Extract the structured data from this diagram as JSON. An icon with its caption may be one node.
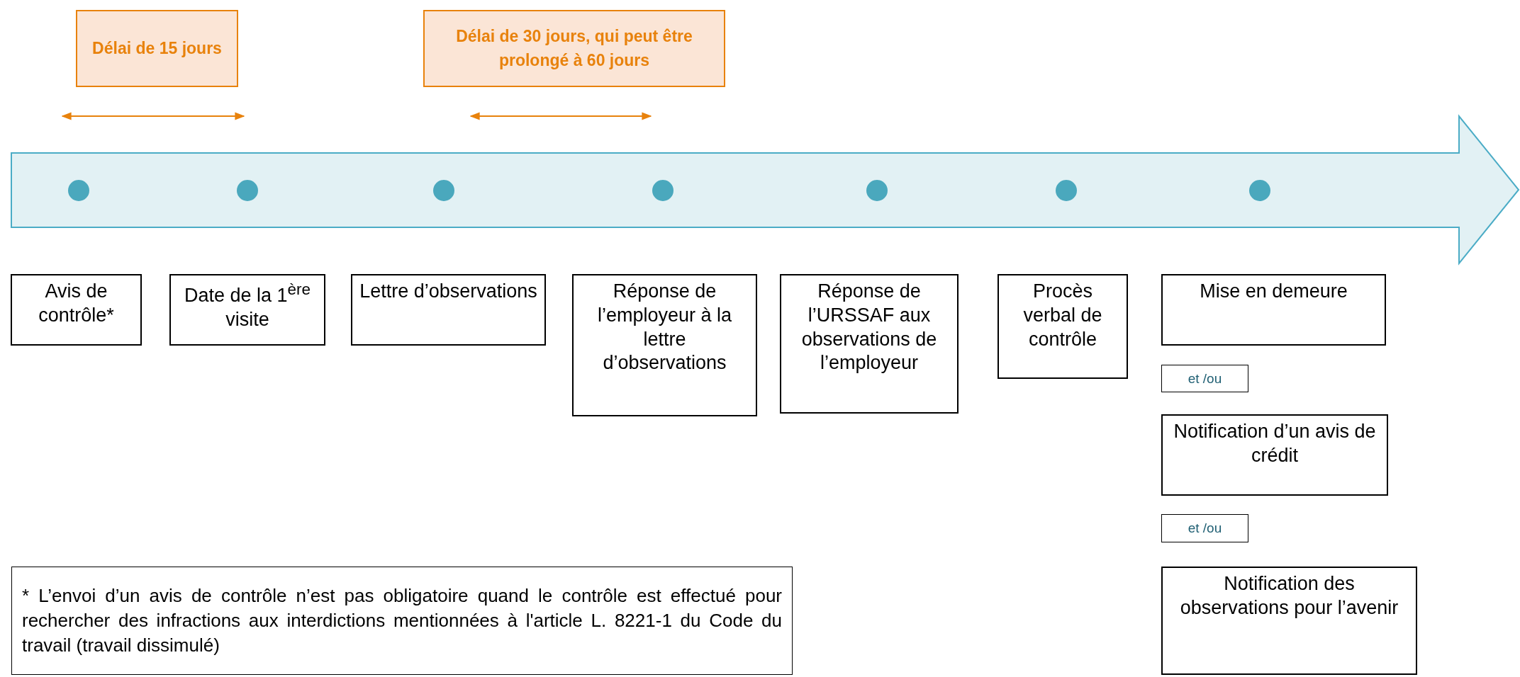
{
  "diagram": {
    "nodes": [
      {
        "text": [
          "Avis de contrôle*"
        ]
      },
      {
        "text": [
          "Date de la 1$^{ère}$ visite"
        ]
      },
      {
        "text": [
          "Lettre d’observations"
        ]
      },
      {
        "text": [
          "Réponse de l’employeur à la lettre d’observations"
        ]
      },
      {
        "text": [
          "Réponse de l’URSSAF aux observations de l’employeur"
        ]
      },
      {
        "text": [
          "Procès verbal de contrôle"
        ]
      },
      {
        "text": [
          "Mise en demeure"
        ]
      },
      {
        "text": [
          "et /ou"
        ]
      },
      {
        "text": [
          "Notification d’un avis de crédit"
        ]
      },
      {
        "text": [
          "et /ou"
        ]
      },
      {
        "text": [
          "Notification des observations pour l’avenir"
        ]
      },
      {
        "text": [
          "Délai de 15 jours"
        ]
      },
      {
        "text": [
          "Délai de 30 jours, qui peut être prolongé à 60 jours"
        ]
      },
      {
        "text": [
          "* L’envoi d’un avis de contrôle n’est pas obligatoire quand le contrôle est effectué pour rechercher des infractions aux interdictions mentionnées à l'article L. 8221-1 du Code du travail (travail dissimulé)"
        ]
      }
    ],
    "edges": []
  }
}
